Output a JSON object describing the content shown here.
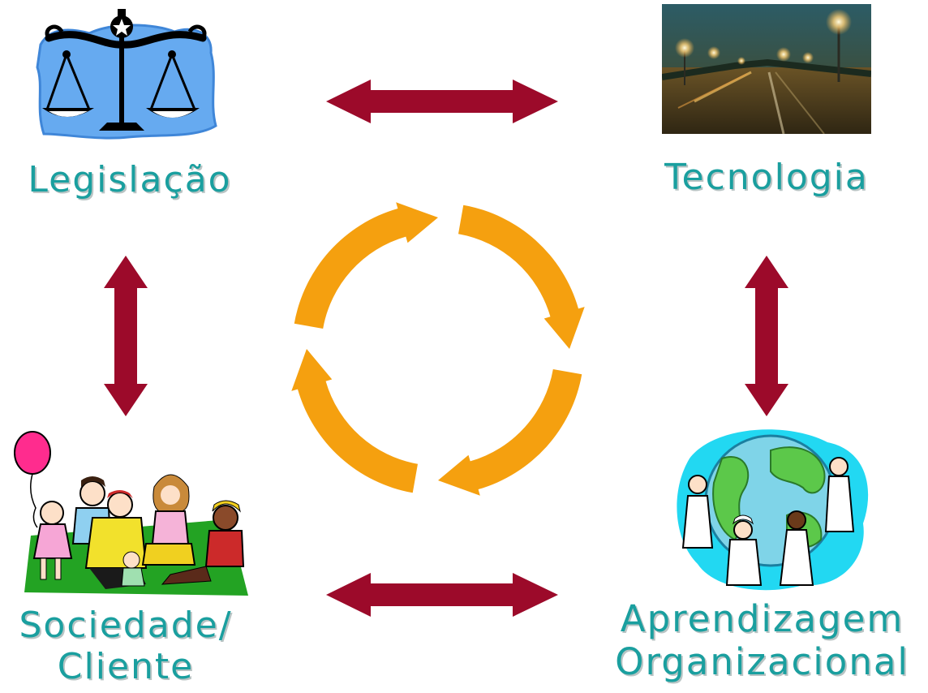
{
  "colors": {
    "label_text": "#1a9f9f",
    "label_shadow": "#b9c4c4",
    "arrow_red": "#9c0a2a",
    "cycle_orange": "#f5a00f"
  },
  "nodes": {
    "legislacao": {
      "label": "Legislação",
      "icon": "scales-of-justice-icon"
    },
    "tecnologia": {
      "label": "Tecnologia",
      "icon": "night-highway-photo"
    },
    "sociedade": {
      "label_lines": [
        "Sociedade/",
        "Cliente"
      ],
      "icon": "family-picnic-icon"
    },
    "aprendizagem": {
      "label_lines": [
        "Aprendizagem",
        "Organizacional"
      ],
      "icon": "people-around-globe-icon"
    }
  },
  "connectors": [
    {
      "from": "legislacao",
      "to": "tecnologia",
      "style": "double-headed"
    },
    {
      "from": "legislacao",
      "to": "sociedade",
      "style": "double-headed"
    },
    {
      "from": "tecnologia",
      "to": "aprendizagem",
      "style": "double-headed"
    },
    {
      "from": "sociedade",
      "to": "aprendizagem",
      "style": "double-headed"
    }
  ],
  "center_cycle": {
    "segments": 4,
    "direction": "clockwise"
  }
}
